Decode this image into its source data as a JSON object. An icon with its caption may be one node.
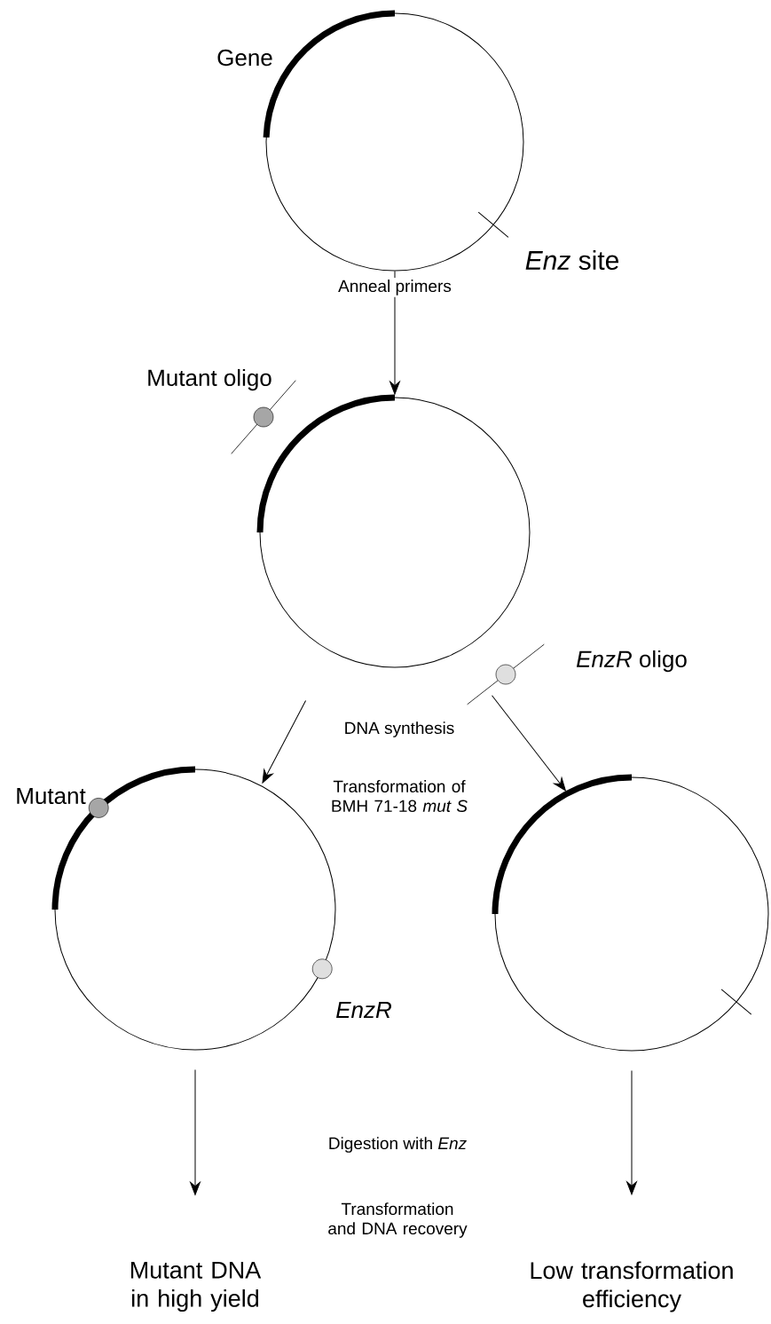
{
  "diagram": {
    "nodes": [
      {
        "text": [],
        "shape": "circle",
        "beside": [
          "Gene",
          "*Enz* site"
        ]
      },
      {
        "text": [],
        "shape": "circle",
        "beside": [
          "Mutant oligo",
          "*EnzR* oligo"
        ]
      },
      {
        "text": [],
        "shape": "circle",
        "beside": [
          "Mutant",
          "*EnzR*"
        ]
      },
      {
        "text": [],
        "shape": "circle"
      },
      {
        "text": [
          "Mutant DNA in high yield"
        ]
      },
      {
        "text": [
          "Low transformation efficiency"
        ]
      }
    ],
    "edges": [
      {
        "from": 0,
        "to": 1,
        "arrow": "to",
        "label": "Anneal primers"
      },
      {
        "from": 1,
        "to": 2,
        "arrow": "to"
      },
      {
        "from": 1,
        "to": 3,
        "arrow": "to"
      },
      {
        "from": 2,
        "to": 4,
        "arrow": "to"
      },
      {
        "from": 3,
        "to": 5,
        "arrow": "to"
      }
    ],
    "labels": [
      "DNA synthesis",
      "Transformation of BMH 71-18 *mut S*",
      "Digestion with *Enz*",
      "Transformation and DNA recovery"
    ]
  }
}
